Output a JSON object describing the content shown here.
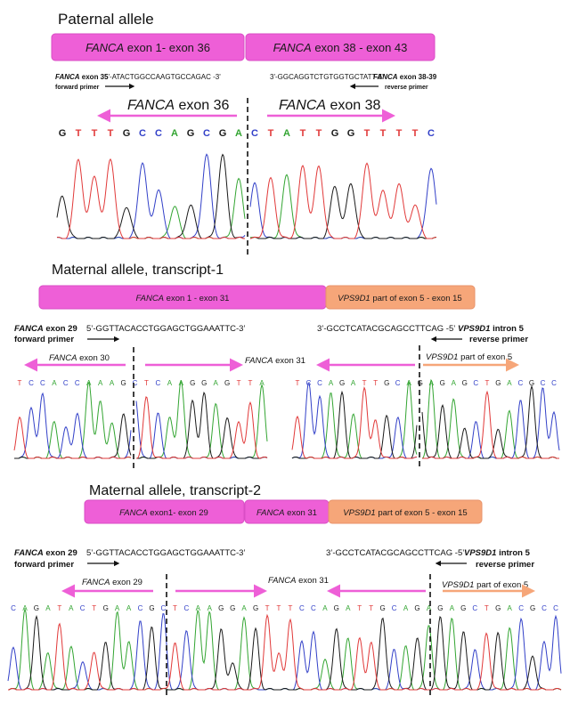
{
  "colors": {
    "fanca": "#ee5fd7",
    "fanca_border": "#d94dc5",
    "vps9d1": "#f6a679",
    "vps9d1_border": "#e8936a",
    "A": "#33a532",
    "C": "#3240c8",
    "G": "#1a1a1a",
    "T": "#e13939"
  },
  "panel1": {
    "title": "Paternal allele",
    "bar_left_gene": "FANCA",
    "bar_left_rest": " exon 1- exon 36",
    "bar_right_gene": "FANCA",
    "bar_right_rest": " exon 38 - exon 43",
    "fwd_gene": "FANCA",
    "fwd_exon": " exon 35",
    "fwd_seq": "5'-ATACTGGCCAAGTGCCAGAC -3'",
    "fwd_role": "forward primer",
    "rev_seq": "3'-GGCAGGTCTGTGGTGCTATT-5'",
    "rev_gene": "FANCA",
    "rev_exon": " exon 38-39",
    "rev_role": "reverse primer",
    "exon_left_gene": "FANCA",
    "exon_left_rest": " exon 36",
    "exon_right_gene": "FANCA",
    "exon_right_rest": " exon 38",
    "sequence": [
      "G",
      "T",
      "T",
      "T",
      "G",
      "C",
      "C",
      "A",
      "G",
      "C",
      "G",
      "A",
      "C",
      "T",
      "A",
      "T",
      "T",
      "G",
      "G",
      "T",
      "T",
      "T",
      "T",
      "C"
    ]
  },
  "panel2": {
    "title": "Maternal allele, transcript-1",
    "bar_left_gene": "FANCA",
    "bar_left_rest": " exon 1 - exon 31",
    "bar_right_gene": "VPS9D1",
    "bar_right_rest": " part of exon 5 - exon 15",
    "fwd_gene": "FANCA",
    "fwd_exon": " exon 29",
    "fwd_seq": "5’-GGTTACACCTGGAGCTGGAAATTC-3’",
    "fwd_role": "forward primer",
    "rev_seq": "3’-GCCTCATACGCAGCCTTCAG -5’",
    "rev_gene": "VPS9D1",
    "rev_exon": " intron 5",
    "rev_role": "reverse primer",
    "lbl1_gene": "FANCA",
    "lbl1_rest": " exon 30",
    "lbl2_gene": "FANCA",
    "lbl2_rest": " exon 31",
    "lbl3_gene": "VPS9D1",
    "lbl3_rest": " part of exon 5",
    "seq_left": [
      "T",
      "C",
      "C",
      "A",
      "C",
      "C",
      "A",
      "A",
      "A",
      "G",
      "C",
      "T",
      "C",
      "A",
      "A",
      "G",
      "G",
      "A",
      "G",
      "T",
      "T",
      "A"
    ],
    "seq_right": [
      "T",
      "C",
      "C",
      "A",
      "G",
      "A",
      "T",
      "T",
      "G",
      "C",
      "A",
      "G",
      "A",
      "G",
      "A",
      "G",
      "C",
      "T",
      "G",
      "A",
      "C",
      "G",
      "C",
      "C"
    ]
  },
  "panel3": {
    "title": "Maternal allele, transcript-2",
    "bar1_gene": "FANCA",
    "bar1_rest": " exon1- exon 29",
    "bar2_gene": "FANCA",
    "bar2_rest": " exon 31",
    "bar3_gene": "VPS9D1",
    "bar3_rest": " part of exon 5 - exon 15",
    "fwd_gene": "FANCA",
    "fwd_exon": " exon 29",
    "fwd_seq": "5’-GGTTACACCTGGAGCTGGAAATTC-3’",
    "fwd_role": "forward primer",
    "rev_seq": "3’-GCCTCATACGCAGCCTTCAG -5’",
    "rev_gene": "VPS9D1",
    "rev_exon": " intron 5",
    "rev_role": "reverse primer",
    "lbl1_gene": "FANCA",
    "lbl1_rest": " exon 29",
    "lbl2_gene": "FANCA",
    "lbl2_rest": " exon 31",
    "lbl3_gene": "VPS9D1",
    "lbl3_rest": " part of exon 5",
    "seq": [
      "C",
      "A",
      "G",
      "A",
      "T",
      "A",
      "C",
      "T",
      "G",
      "A",
      "A",
      "C",
      "G",
      "C",
      "T",
      "C",
      "A",
      "A",
      "G",
      "G",
      "A",
      "G",
      "T",
      "T",
      "T",
      "C",
      "C",
      "A",
      "G",
      "A",
      "T",
      "T",
      "G",
      "C",
      "A",
      "G",
      "A",
      "G",
      "A",
      "G",
      "C",
      "T",
      "G",
      "A",
      "C",
      "G",
      "C",
      "C"
    ]
  }
}
